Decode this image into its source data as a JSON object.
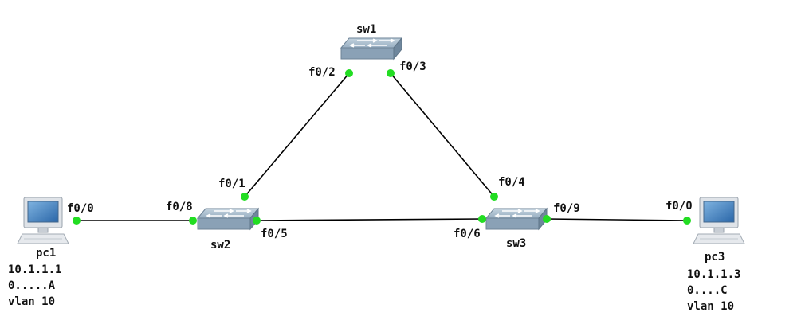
{
  "colors": {
    "link": "#000000",
    "port_dot": "#22dd22",
    "switch_top": "#a9bccd",
    "switch_side": "#7f96ab"
  },
  "devices": {
    "sw1": {
      "name": "sw1",
      "type": "switch"
    },
    "sw2": {
      "name": "sw2",
      "type": "switch"
    },
    "sw3": {
      "name": "sw3",
      "type": "switch"
    },
    "pc1": {
      "name": "pc1",
      "type": "pc",
      "info": [
        "10.1.1.1",
        "0.....A",
        "vlan 10"
      ]
    },
    "pc3": {
      "name": "pc3",
      "type": "pc",
      "info": [
        "10.1.1.3",
        "0....C",
        "vlan 10"
      ]
    }
  },
  "links": [
    {
      "a": "sw1",
      "a_port": "f0/2",
      "b": "sw2",
      "b_port": "f0/1"
    },
    {
      "a": "sw1",
      "a_port": "f0/3",
      "b": "sw3",
      "b_port": "f0/4"
    },
    {
      "a": "sw2",
      "a_port": "f0/5",
      "b": "sw3",
      "b_port": "f0/6"
    },
    {
      "a": "pc1",
      "a_port": "f0/0",
      "b": "sw2",
      "b_port": "f0/8"
    },
    {
      "a": "sw3",
      "a_port": "f0/9",
      "b": "pc3",
      "b_port": "f0/0"
    }
  ],
  "ports": {
    "sw1_f02": "f0/2",
    "sw1_f03": "f0/3",
    "sw2_f01": "f0/1",
    "sw2_f08": "f0/8",
    "sw2_f05": "f0/5",
    "sw3_f04": "f0/4",
    "sw3_f06": "f0/6",
    "sw3_f09": "f0/9",
    "pc1_f00": "f0/0",
    "pc3_f00": "f0/0"
  }
}
